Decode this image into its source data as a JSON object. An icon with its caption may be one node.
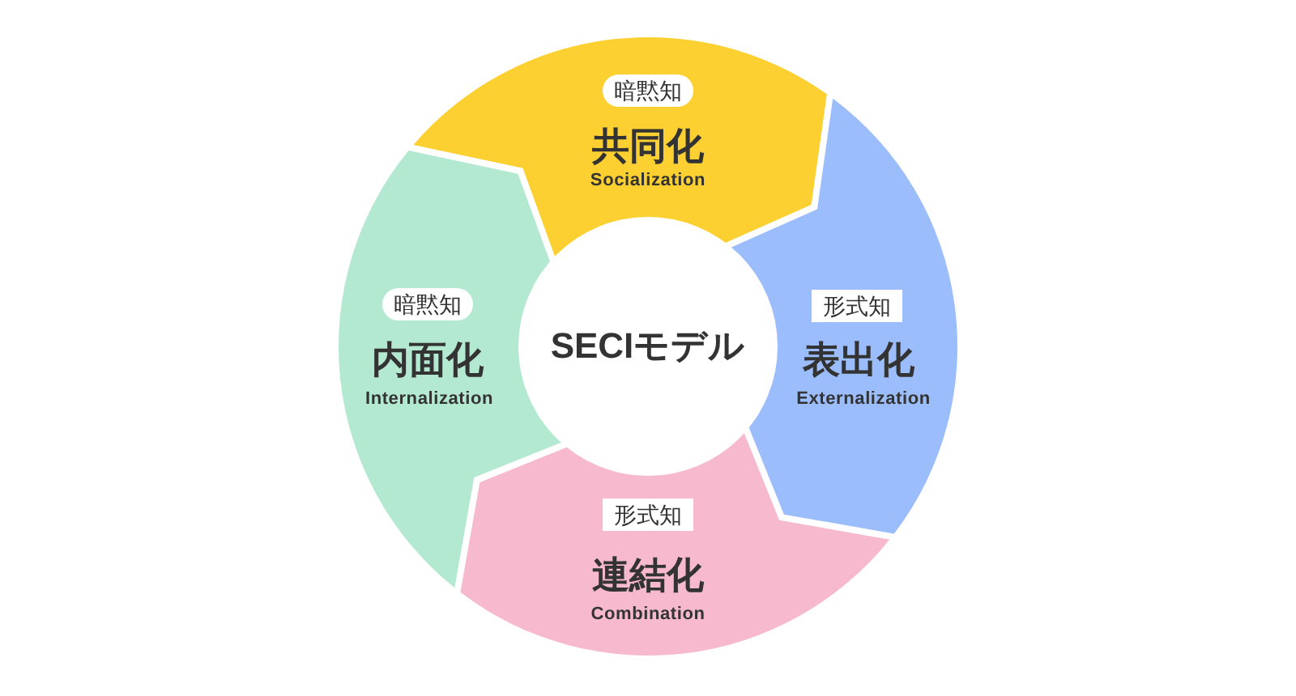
{
  "diagram": {
    "nodes": [
      {
        "text": [
          "共同化",
          "Socialization"
        ]
      },
      {
        "text": [
          "暗黙知"
        ],
        "in": 0
      },
      {
        "text": [
          "内面化",
          "Internalization"
        ]
      },
      {
        "text": [
          "暗黙知"
        ],
        "in": 2
      },
      {
        "text": [
          "SECIモデル"
        ]
      },
      {
        "text": [
          "表出化",
          "Externalization"
        ]
      },
      {
        "text": [
          "形式知"
        ],
        "in": 5
      },
      {
        "text": [
          "連結化",
          "Combination"
        ]
      },
      {
        "text": [
          "形式知"
        ],
        "in": 7
      }
    ]
  }
}
